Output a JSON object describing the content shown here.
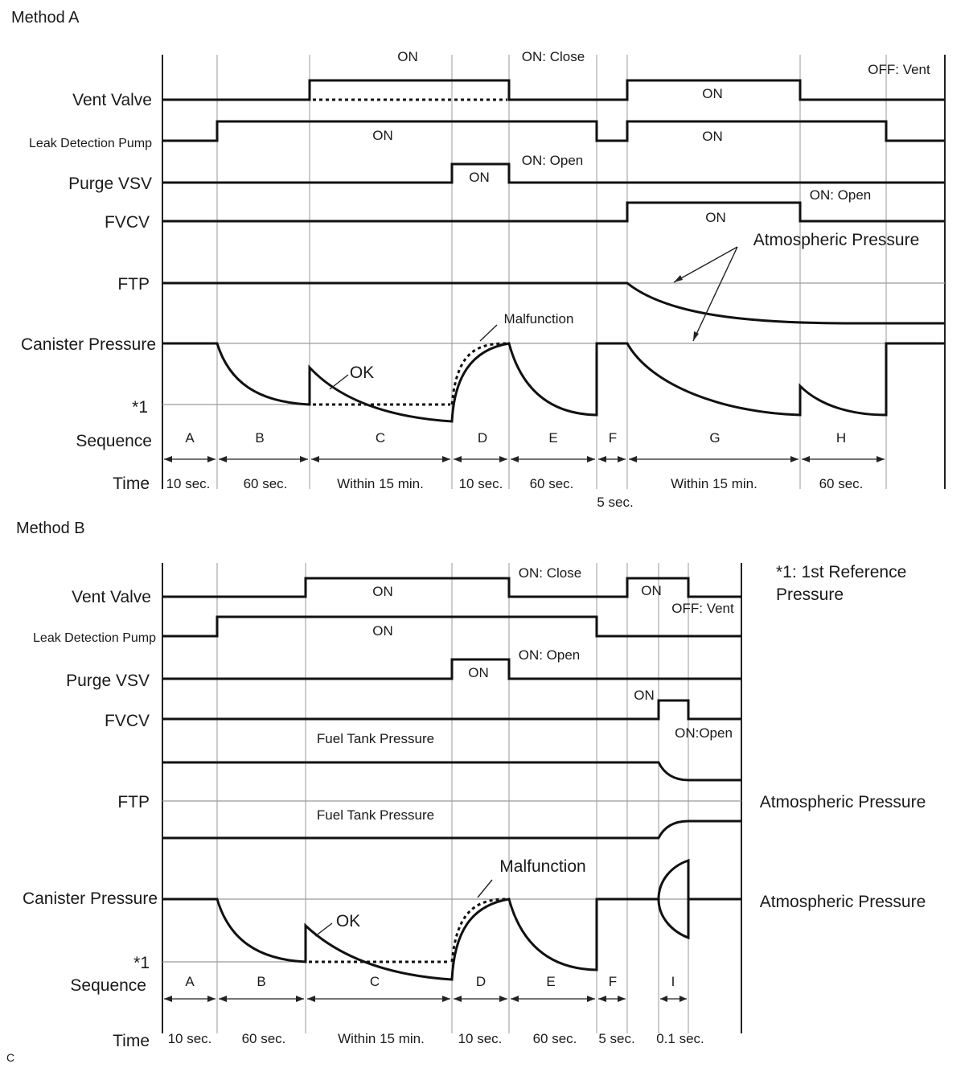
{
  "method_a": {
    "title": "Method A",
    "rows": {
      "vent_valve": "Vent Valve",
      "leak_pump": "Leak Detection Pump",
      "purge_vsv": "Purge VSV",
      "fvcv": "FVCV",
      "ftp": "FTP",
      "canister": "Canister Pressure",
      "ref1": "*1",
      "sequence": "Sequence",
      "time": "Time"
    },
    "labels": {
      "vent_on_c": "ON",
      "vent_on_close": "ON: Close",
      "vent_off_vent": "OFF: Vent",
      "vent_on_g": "ON",
      "pump_on_c": "ON",
      "pump_on_g": "ON",
      "purge_on": "ON",
      "purge_on_open": "ON: Open",
      "fvcv_on_open": "ON: Open",
      "fvcv_on": "ON",
      "atmospheric": "Atmospheric Pressure",
      "malfunction": "Malfunction",
      "ok": "OK"
    },
    "sequence": [
      "A",
      "B",
      "C",
      "D",
      "E",
      "F",
      "G",
      "H"
    ],
    "times": [
      "10 sec.",
      "60 sec.",
      "Within 15 min.",
      "10 sec.",
      "60 sec.",
      "5 sec.",
      "Within 15 min.",
      "60 sec."
    ]
  },
  "method_b": {
    "title": "Method B",
    "rows": {
      "vent_valve": "Vent Valve",
      "leak_pump": "Leak Detection Pump",
      "purge_vsv": "Purge VSV",
      "fvcv": "FVCV",
      "ftp": "FTP",
      "canister": "Canister Pressure",
      "ref1": "*1",
      "sequence": "Sequence",
      "time": "Time"
    },
    "labels": {
      "vent_on_c": "ON",
      "vent_on_close": "ON: Close",
      "vent_on_f": "ON",
      "vent_off_vent": "OFF: Vent",
      "pump_on": "ON",
      "purge_on": "ON",
      "purge_on_open": "ON: Open",
      "fvcv_on": "ON",
      "fvcv_on_open": "ON:Open",
      "fuel_tank_1": "Fuel Tank Pressure",
      "fuel_tank_2": "Fuel Tank Pressure",
      "atmospheric_ftp": "Atmospheric Pressure",
      "atmospheric_can": "Atmospheric Pressure",
      "malfunction": "Malfunction",
      "ok": "OK"
    },
    "sequence": [
      "A",
      "B",
      "C",
      "D",
      "E",
      "F",
      "I"
    ],
    "times": [
      "10 sec.",
      "60 sec.",
      "Within 15 min.",
      "10 sec.",
      "60 sec.",
      "5 sec.",
      "0.1 sec."
    ]
  },
  "footnote": "*1: 1st Reference Pressure",
  "corner_mark": "C"
}
